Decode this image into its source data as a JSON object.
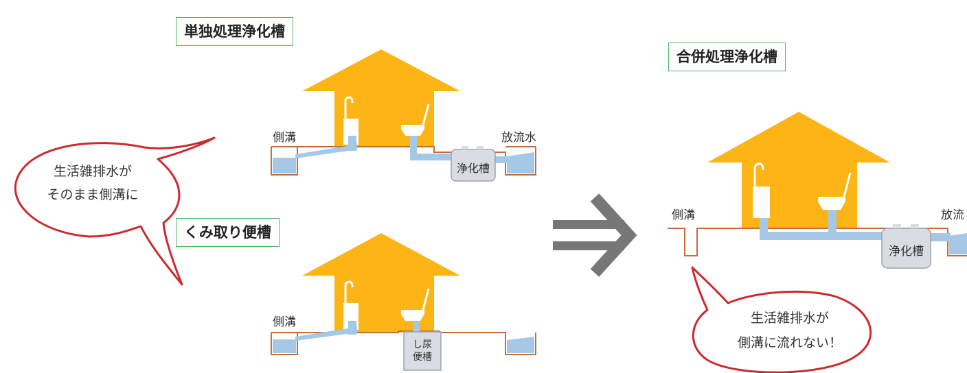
{
  "panels": {
    "individual": {
      "title": "単独処理浄化槽",
      "ditch_label": "側溝",
      "outflow_label": "放流水",
      "tank_label": "浄化槽"
    },
    "pit": {
      "title": "くみ取り便槽",
      "ditch_label": "側溝",
      "tank_label_line1": "し尿",
      "tank_label_line2": "便槽"
    },
    "combined": {
      "title": "合併処理浄化槽",
      "ditch_label": "側溝",
      "outflow_label": "放流",
      "tank_label": "浄化槽"
    }
  },
  "callouts": {
    "left": {
      "line1": "生活雑排水が",
      "line2": "そのまま側溝に"
    },
    "right": {
      "line1": "生活雑排水が",
      "line2": "側溝に流れない！"
    }
  },
  "arrow": {
    "symbol": "⇛"
  },
  "colors": {
    "house": "#fcb514",
    "pipe": "#a4c8e6",
    "water": "#7fb5e0",
    "ground": "#c96a3a",
    "tank": "#d9dde3",
    "bubble_stroke": "#cc2a2f",
    "label_border": "#52b85e",
    "arrow": "#777777"
  }
}
